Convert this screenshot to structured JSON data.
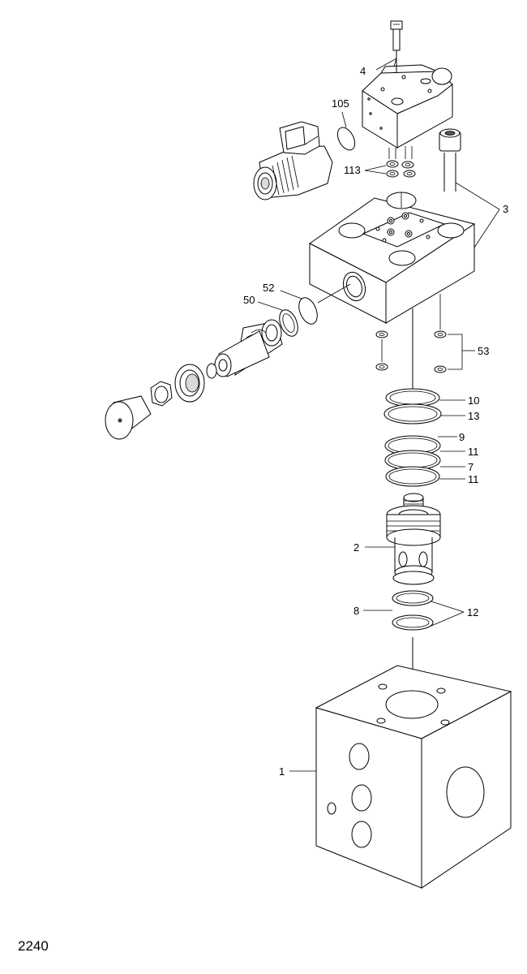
{
  "figure_number": "2240",
  "callouts": {
    "c1": "1",
    "c2": "2",
    "c3": "3",
    "c4": "4",
    "c7": "7",
    "c8": "8",
    "c9": "9",
    "c10": "10",
    "c11a": "11",
    "c11b": "11",
    "c12": "12",
    "c13": "13",
    "c50": "50",
    "c52": "52",
    "c53": "53",
    "c105": "105",
    "c113": "113"
  }
}
